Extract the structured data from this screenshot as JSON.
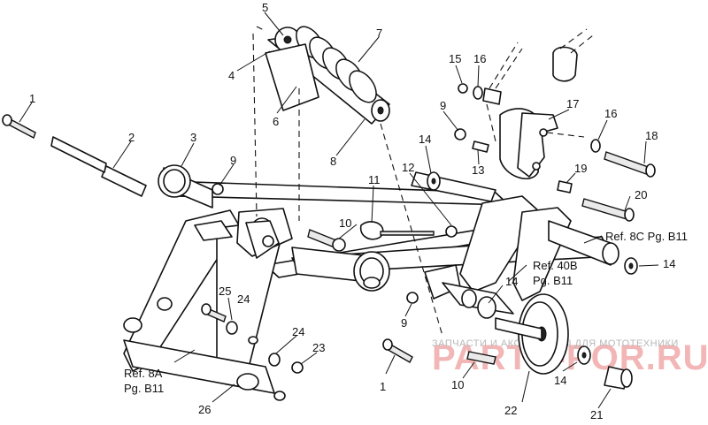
{
  "part_numbers": {
    "p1_top": "1",
    "p2": "2",
    "p3": "3",
    "p4": "4",
    "p5": "5",
    "p6": "6",
    "p7": "7",
    "p8": "8",
    "p9_left": "9",
    "p9_right": "9",
    "p9_bottom": "9",
    "p10_mid": "10",
    "p10_bottom": "10",
    "p11": "11",
    "p12": "12",
    "p13": "13",
    "p14_a": "14",
    "p14_b": "14",
    "p14_c": "14",
    "p14_d": "14",
    "p15": "15",
    "p16_a": "16",
    "p16_b": "16",
    "p17": "17",
    "p18": "18",
    "p19": "19",
    "p20": "20",
    "p21": "21",
    "p22": "22",
    "p23": "23",
    "p24_a": "24",
    "p24_b": "24",
    "p25": "25",
    "p26": "26",
    "p1_bottom": "1"
  },
  "references": {
    "ref_8c": "Ref. 8C Pg. B11",
    "ref_40b_line1": "Ref. 40B",
    "ref_40b_line2": "Pg. B11",
    "ref_8a_line1": "Ref. 8A",
    "ref_8a_line2": "Pg. B11"
  },
  "watermark": {
    "small": "ЗАПЧАСТИ И АКСЕССУАРЫ ДЛЯ МОТОТЕХНИКИ",
    "big": "PARTS-POR.RU"
  }
}
